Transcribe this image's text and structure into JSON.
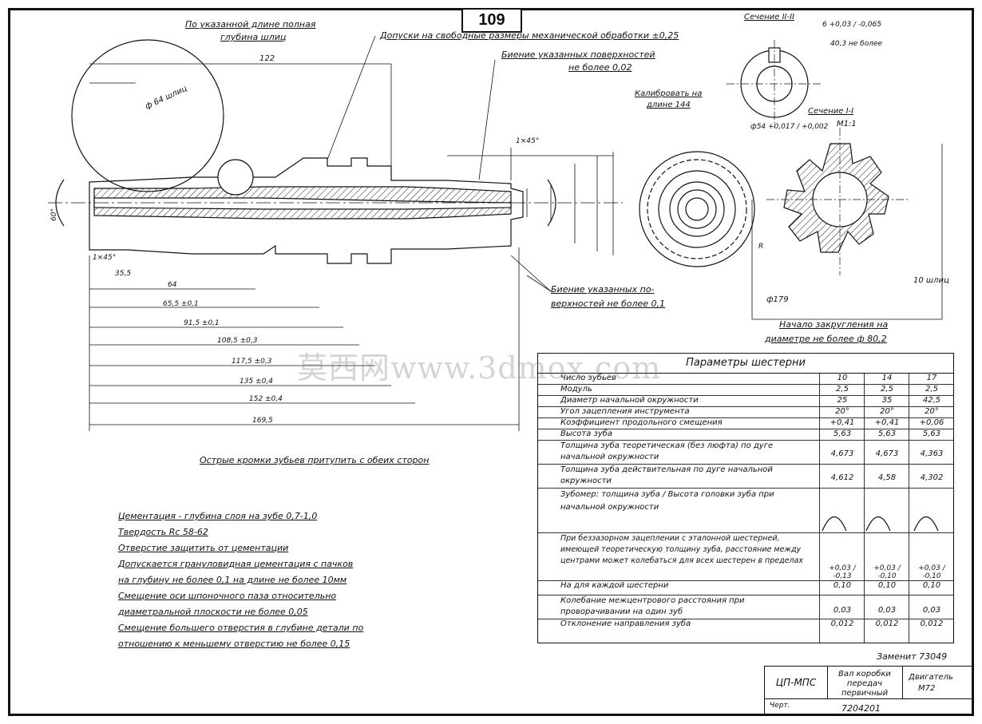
{
  "page_number": "109",
  "watermark": "莫西网www.3dmox.com",
  "top_notes": {
    "length_note_line1": "По указанной длине полная",
    "length_note_line2": "глубина шлиц",
    "tolerance_note": "Допуски на свободные размеры механической обработки ±0,25",
    "runout_note_line1": "Биение указанных поверхностей",
    "runout_note_line2": "не более 0,02",
    "runout_note2_line1": "Биение указанных по-",
    "runout_note2_line2": "верхностей не более 0,1"
  },
  "section_labels": {
    "section_2": "Сечение II-II",
    "section_1": "Сечение I-I",
    "scale": "М1:1",
    "calibrate_line1": "Калибровать на",
    "calibrate_line2": "длине 144",
    "rounding_line1": "Начало закругления на",
    "rounding_line2": "диаметре не более ф 80,2",
    "diameter_outer": "ф179",
    "teeth_count": "10 шлиц"
  },
  "dims": {
    "d_big_circle": "ф 64 шлиц",
    "len_122": "122",
    "len_35": "35,5",
    "len_64": "64",
    "len_655": "65,5 ±0,1",
    "len_915": "91,5 ±0,1",
    "len_1085": "108,5 ±0,3",
    "len_117": "117,5 ±0,3",
    "len_135": "135 ±0,4",
    "len_152": "152 ±0,4",
    "len_169": "169,5",
    "chamfer": "1×45°",
    "chamfer_left": "1×45°",
    "angle": "60°",
    "sec_width": "6 +0,03 / -0,065",
    "sec_depth": "40,3 не более",
    "sec_bore": "ф54 +0,017 / +0,002",
    "radius_r": "R"
  },
  "cross_note": "Острые кромки зубьев притупить с обеих сторон",
  "tech_notes": [
    "Цементация - глубина слоя на зубе 0,7-1,0",
    "Твердость Rc 58-62",
    "Отверстие защитить от цементации",
    "Допускается грануловидная цементация с пачков",
    "на глубину не более 0,1 на длине не более 10мм",
    "Смещение оси шпоночного паза относительно",
    "диаметральной плоскости не более 0,05",
    "Смещение большего отверстия в глубине детали по",
    "отношению к меньшему отверстию не более 0,15"
  ],
  "gear_table": {
    "title": "Параметры шестерни",
    "columns": [
      "10",
      "14",
      "17"
    ],
    "rows": [
      {
        "label": "Число зубьев",
        "values": [
          "10",
          "14",
          "17"
        ]
      },
      {
        "label": "Модуль",
        "values": [
          "2,5",
          "2,5",
          "2,5"
        ]
      },
      {
        "label": "Диаметр начальной окружности",
        "values": [
          "25",
          "35",
          "42,5"
        ]
      },
      {
        "label": "Угол зацепления инструмента",
        "values": [
          "20°",
          "20°",
          "20°"
        ]
      },
      {
        "label": "Коэффициент продольного смещения",
        "values": [
          "+0,41",
          "+0,41",
          "+0,06"
        ]
      },
      {
        "label": "Высота зуба",
        "values": [
          "5,63",
          "5,63",
          "5,63"
        ]
      },
      {
        "label": "Толщина зуба теоретическая (без люфта) по дуге начальной окружности",
        "values": [
          "4,673",
          "4,673",
          "4,363"
        ]
      },
      {
        "label": "Толщина зуба действительная по дуге начальной окружности",
        "values": [
          "4,612",
          "4,58",
          "4,302"
        ]
      },
      {
        "label": "Зубомер: толщина зуба / Высота головки зуба при начальной окружности",
        "values": [
          "",
          "",
          ""
        ]
      },
      {
        "label": "При беззазорном зацеплении с эталонной шестерней, имеющей теоретическую толщину зуба, расстояние между центрами может колебаться для всех шестерен в пределах",
        "values": [
          "+0,03 / -0,13",
          "+0,03 / -0,10",
          "+0,03 / -0,10"
        ]
      },
      {
        "label": "На для каждой шестерни",
        "values": [
          "0,10",
          "0,10",
          "0,10"
        ]
      },
      {
        "label": "Колебание межцентрового расстояния при проворачивании на один зуб",
        "values": [
          "0,03",
          "0,03",
          "0,03"
        ]
      },
      {
        "label": "Отклонение направления зуба",
        "values": [
          "0,012",
          "0,012",
          "0,012"
        ]
      }
    ]
  },
  "title_block": {
    "zamena": "Заменит 73049",
    "dept": "ЦП-МПС",
    "name_line1": "Вал коробки",
    "name_line2": "передач",
    "name_line3": "первичный",
    "engine_line1": "Двигатель",
    "engine_line2": "М72",
    "part_no": "7204201",
    "material": "Черт."
  },
  "colors": {
    "ink": "#111111",
    "paper": "#ffffff",
    "watermark": "#8a8a8a"
  }
}
